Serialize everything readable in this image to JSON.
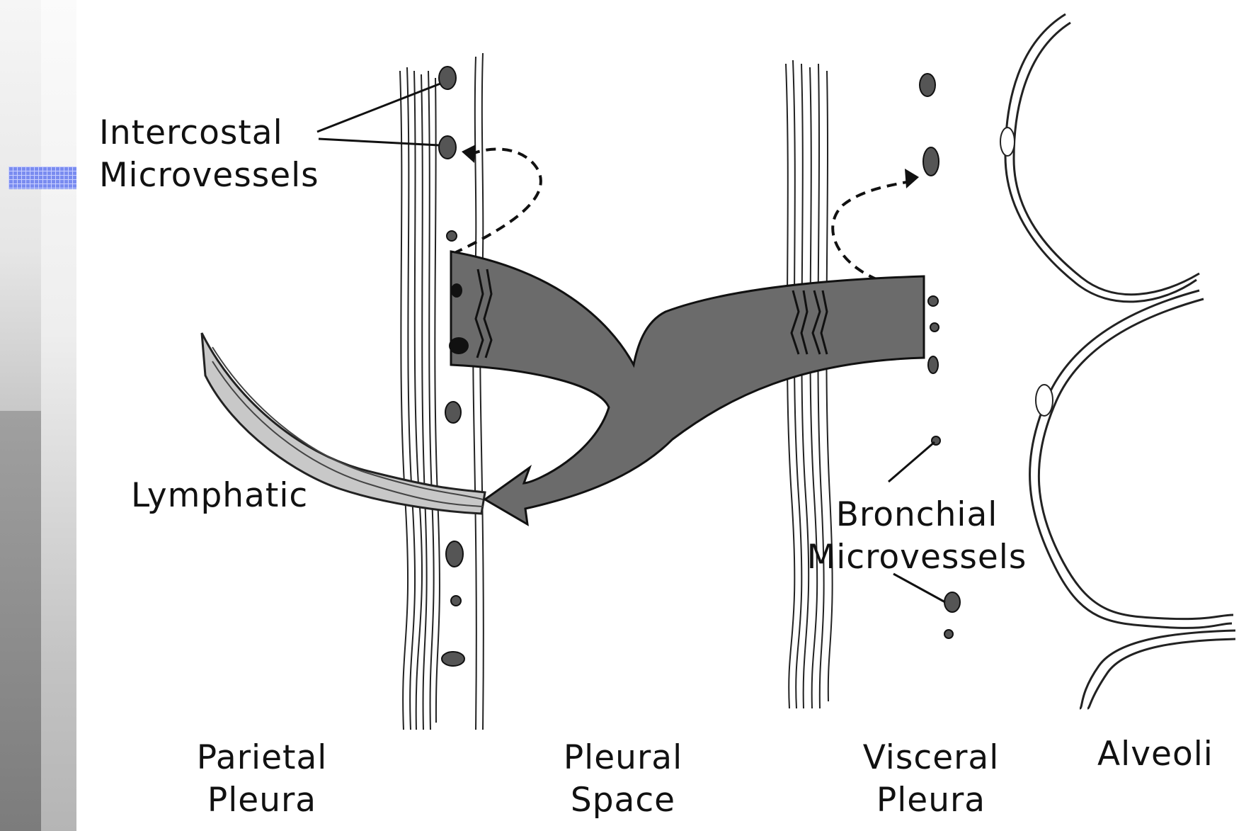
{
  "labels": {
    "intercostal": {
      "line1": "Intercostal",
      "line2": "Microvessels"
    },
    "lymphatic": "Lymphatic",
    "bronchial": {
      "line1": "Bronchial",
      "line2": "Microvessels"
    },
    "parietal": {
      "line1": "Parietal",
      "line2": "Pleura"
    },
    "pleural_space": {
      "line1": "Pleural",
      "line2": "Space"
    },
    "visceral": {
      "line1": "Visceral",
      "line2": "Pleura"
    },
    "alveoli": "Alveoli"
  },
  "colors": {
    "arrow_fill": "#6b6b6b",
    "lymphatic_fill": "#c8c8c8",
    "marker": "#7a8cf0",
    "ink": "#111111"
  }
}
